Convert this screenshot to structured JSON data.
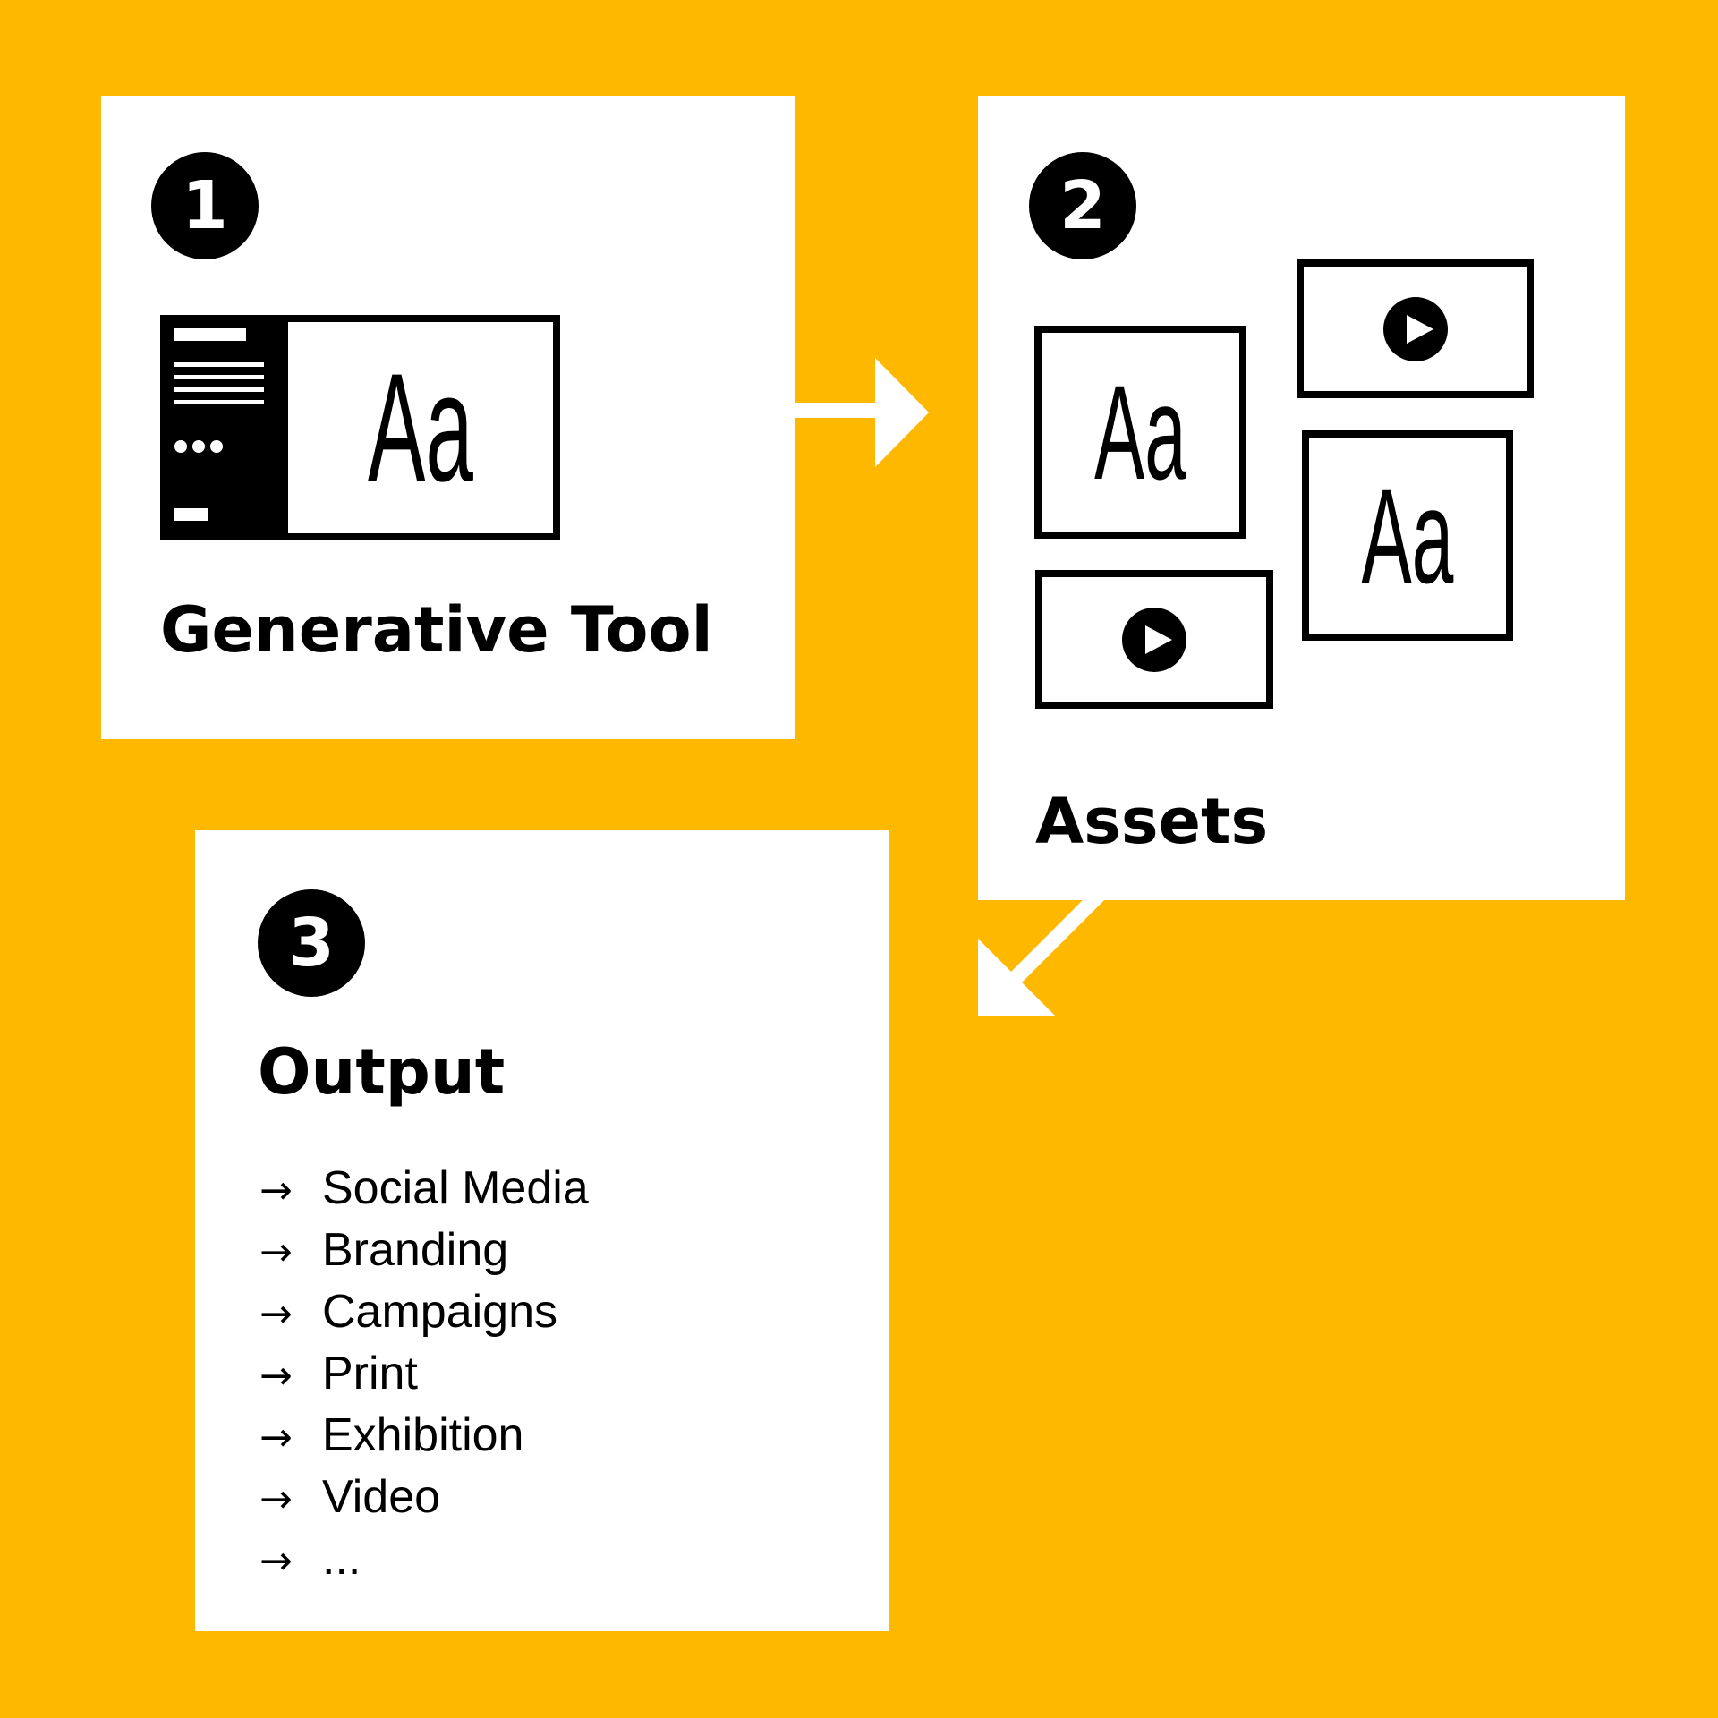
{
  "steps": [
    {
      "number": "1",
      "title": "Generative Tool"
    },
    {
      "number": "2",
      "title": "Assets"
    },
    {
      "number": "3",
      "title": "Output"
    }
  ],
  "tool_preview": {
    "glyph": "Aa"
  },
  "assets": {
    "glyph": "Aa"
  },
  "output": {
    "bullet": "→",
    "items": [
      "Social Media",
      "Branding",
      "Campaigns",
      "Print",
      "Exhibition",
      "Video",
      "..."
    ]
  },
  "colors": {
    "background": "#FFB800",
    "card": "#FFFFFF",
    "ink": "#000000"
  },
  "icons": [
    "arrow-right-icon",
    "arrow-down-left-icon",
    "play-icon",
    "sidebar-menu-icon"
  ]
}
